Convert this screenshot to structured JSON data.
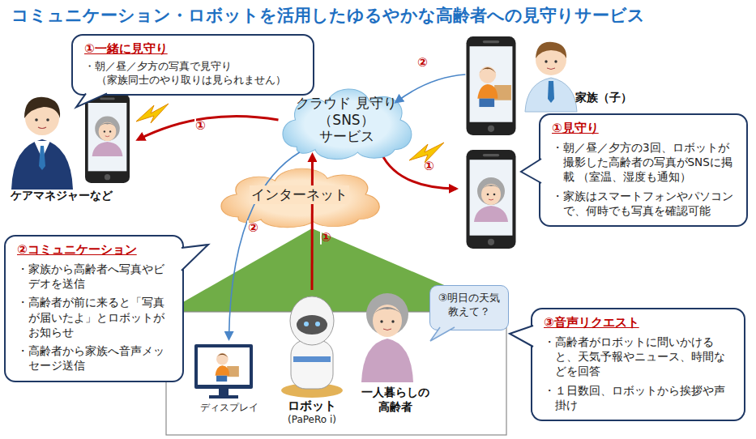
{
  "diagram": {
    "title": "コミュニケーション・ロボットを活用したゆるやかな高齢者への見守りサービス",
    "nodes": [
      {
        "text": [
          "①一緒に見守り",
          "・朝／昼／夕方の写真で見守り",
          "（家族同士のやり取りは見られません）"
        ]
      },
      {
        "text": [
          "クラウド 見守り（SNS） サービス"
        ]
      },
      {
        "text": [
          "家族（子）"
        ]
      },
      {
        "text": [
          "ケアマネジャーなど"
        ]
      },
      {
        "text": [
          "①見守り",
          "・朝／昼／夕方の3回、ロボットが撮影した高齢者の写真がSNSに掲載 （室温、湿度も通知）",
          "・家族はスマートフォンやパソコンで、何時でも写真を確認可能"
        ]
      },
      {
        "text": [
          "インターネット"
        ]
      },
      {
        "text": [
          "②コミュニケーション",
          "・家族から高齢者へ写真やビデオを送信",
          "・高齢者が前に来ると「写真が届いたよ」とロボットがお知らせ",
          "・高齢者から家族へ音声メッセージ送信"
        ]
      },
      {
        "text": [
          "ロボット",
          "(PaPeRo i)"
        ]
      },
      {
        "text": [
          "ディスプレイ"
        ]
      },
      {
        "text": [
          "一人暮らしの 高齢者"
        ]
      },
      {
        "text": [
          "③明日の天気 教えて？"
        ]
      },
      {
        "text": [
          "③音声リクエスト",
          "・高齢者がロボットに問いかけると、天気予報やニュース、時間などを回答",
          "・１日数回、ロボットから挨拶や声掛け"
        ]
      }
    ],
    "edges": [
      {
        "from": 1,
        "to": 3,
        "arrow": "to",
        "label": "①"
      },
      {
        "from": 2,
        "to": 1,
        "arrow": "to",
        "label": "②"
      },
      {
        "from": 7,
        "to": 1,
        "arrow": "to",
        "label": "①"
      },
      {
        "from": 1,
        "to": 8,
        "arrow": "to",
        "label": "②"
      }
    ],
    "labels": [
      "①"
    ]
  }
}
